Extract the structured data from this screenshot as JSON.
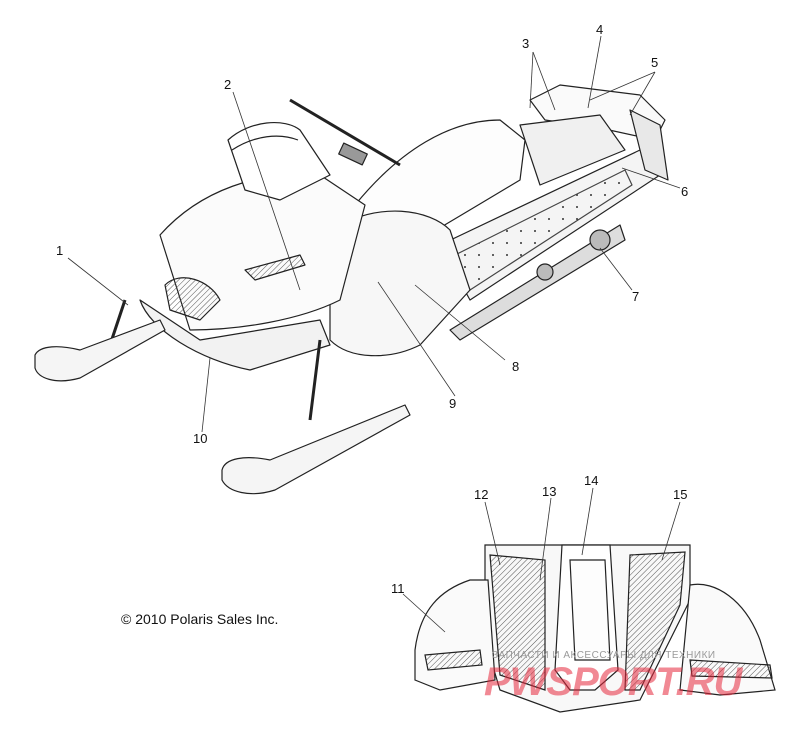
{
  "callouts": {
    "c1": "1",
    "c2": "2",
    "c3": "3",
    "c4": "4",
    "c5": "5",
    "c6": "6",
    "c7": "7",
    "c8": "8",
    "c9": "9",
    "c10": "10",
    "c11": "11",
    "c12": "12",
    "c13": "13",
    "c14": "14",
    "c15": "15"
  },
  "copyright": "© 2010 Polaris Sales Inc.",
  "watermark": {
    "small": "ЗАПЧАСТИ И АКСЕССУАРЫ ДЛЯ ТЕХНИКИ",
    "brand": "PWSPORT.RU"
  }
}
